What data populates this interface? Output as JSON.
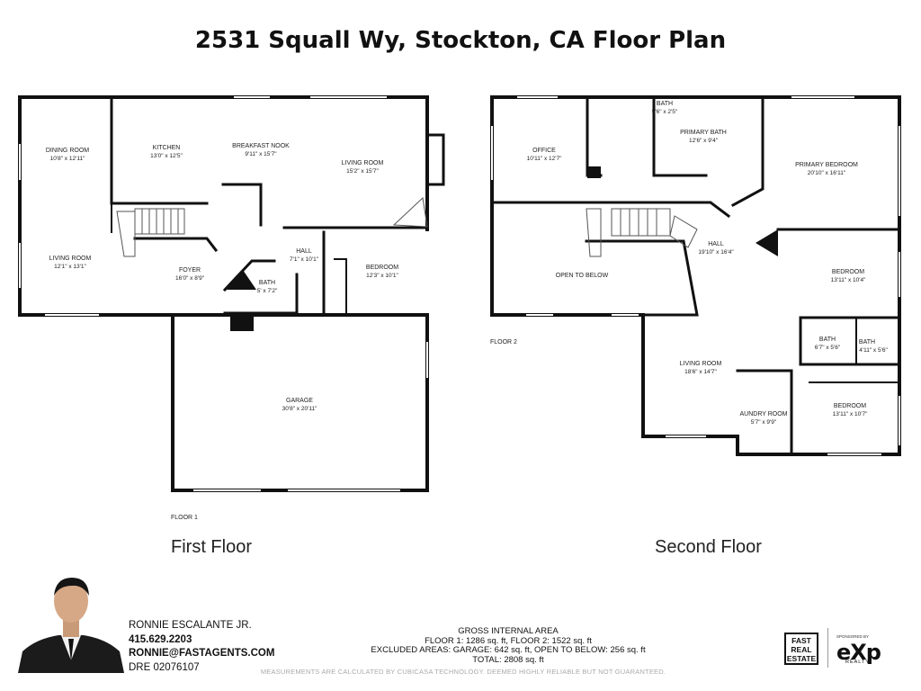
{
  "title": "2531 Squall Wy, Stockton, CA  Floor Plan",
  "floor1": {
    "caption": "First Floor",
    "tag": "FLOOR 1",
    "rooms": [
      {
        "name": "DINING ROOM",
        "dims": "10'8\" x 12'11\""
      },
      {
        "name": "KITCHEN",
        "dims": "13'0\" x 12'5\""
      },
      {
        "name": "BREAKFAST NOOK",
        "dims": "9'11\" x 15'7\""
      },
      {
        "name": "LIVING ROOM",
        "dims": "15'2\" x 15'7\""
      },
      {
        "name": "LIVING ROOM",
        "dims": "12'1\" x 13'1\""
      },
      {
        "name": "FOYER",
        "dims": "16'0\" x 8'9\""
      },
      {
        "name": "HALL",
        "dims": "7'1\" x 10'1\""
      },
      {
        "name": "BATH",
        "dims": "5' x 7'2\""
      },
      {
        "name": "BEDROOM",
        "dims": "12'3\" x 10'1\""
      },
      {
        "name": "GARAGE",
        "dims": "30'8\" x 20'11\""
      }
    ]
  },
  "floor2": {
    "caption": "Second Floor",
    "tag": "FLOOR 2",
    "rooms": [
      {
        "name": "OFFICE",
        "dims": "10'11\" x 12'7\""
      },
      {
        "name": "BATH",
        "dims": "5'6\" x 2'5\""
      },
      {
        "name": "PRIMARY BATH",
        "dims": "12'6\" x 9'4\""
      },
      {
        "name": "PRIMARY BEDROOM",
        "dims": "20'10\" x 16'11\""
      },
      {
        "name": "HALL",
        "dims": "19'10\" x 16'4\""
      },
      {
        "name": "OPEN TO BELOW",
        "dims": ""
      },
      {
        "name": "BEDROOM",
        "dims": "13'11\" x 10'4\""
      },
      {
        "name": "BATH",
        "dims": "6'7\" x 5'6\""
      },
      {
        "name": "BATH",
        "dims": "4'11\" x 5'6\""
      },
      {
        "name": "LIVING ROOM",
        "dims": "18'6\" x 14'7\""
      },
      {
        "name": "AUNDRY ROOM",
        "dims": "5'7\" x 9'9\""
      },
      {
        "name": "BEDROOM",
        "dims": "13'11\" x 10'7\""
      }
    ]
  },
  "agent": {
    "name": "RONNIE ESCALANTE JR.",
    "phone": "415.629.2203",
    "email": "RONNIE@FASTAGENTS.COM",
    "license": "DRE 02076107"
  },
  "area": {
    "heading": "GROSS INTERNAL AREA",
    "line1": "FLOOR 1: 1286 sq. ft, FLOOR 2: 1522 sq. ft",
    "line2": "EXCLUDED AREAS: GARAGE: 642 sq. ft, OPEN TO BELOW: 256 sq. ft",
    "line3": "TOTAL: 2808 sq. ft"
  },
  "disclaimer": "MEASUREMENTS ARE CALCULATED BY CUBICASA TECHNOLOGY. DEEMED HIGHLY RELIABLE BUT NOT GUARANTEED.",
  "logos": {
    "fast_line1": "FAST",
    "fast_line2": "REAL",
    "fast_line3": "ESTATE",
    "exp_tagline": "SPONSORED BY",
    "exp_name": "eXp",
    "exp_sub": "REALTY"
  }
}
